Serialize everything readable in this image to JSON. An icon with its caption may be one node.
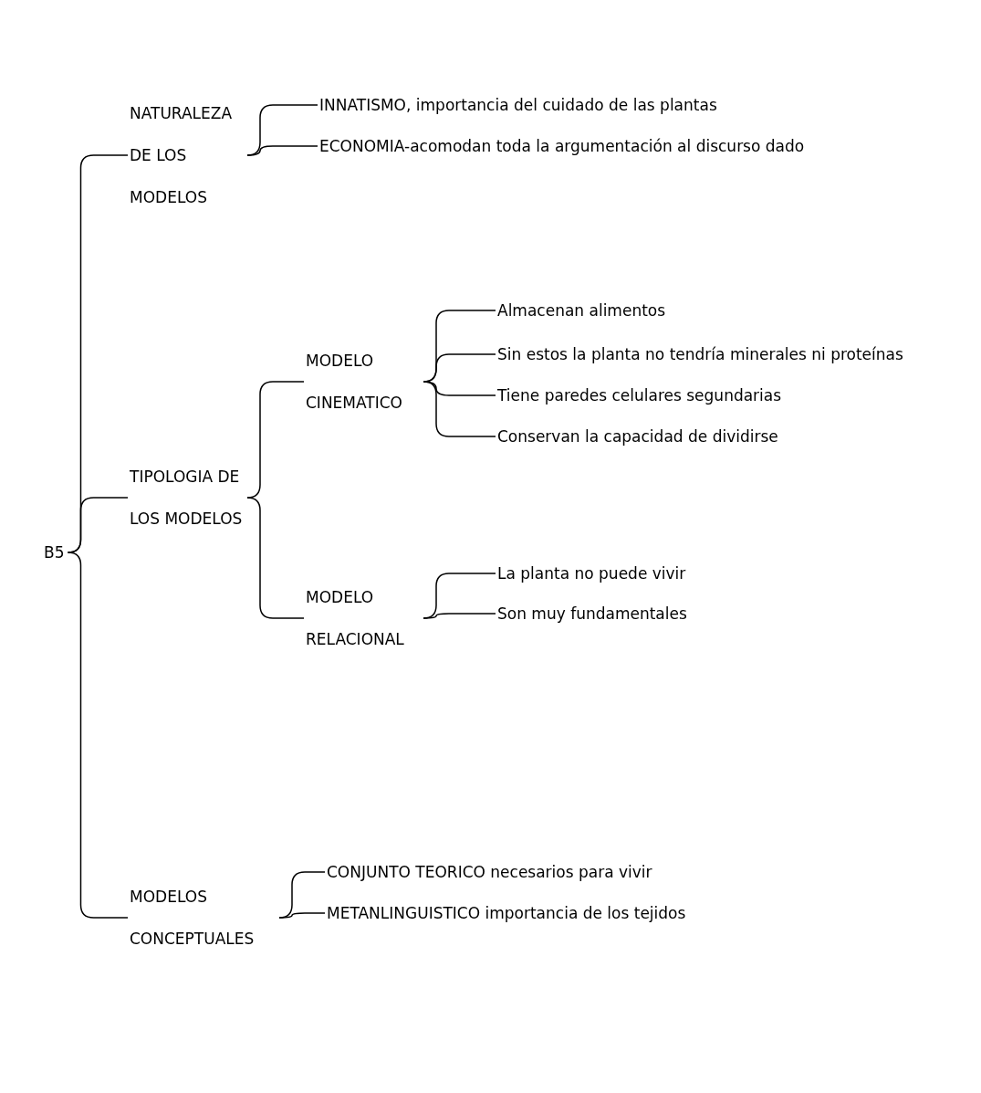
{
  "diagram": {
    "nodes": [
      {
        "text": [
          "B5"
        ]
      },
      {
        "text": [
          "NATURALEZA DE LOS MODELOS"
        ]
      },
      {
        "text": [
          "INNATISMO, importancia del cuidado de las plantas"
        ]
      },
      {
        "text": [
          "ECONOMIA-acomodan toda la argumentación al discurso dado"
        ]
      },
      {
        "text": [
          "TIPOLOGIA DE LOS MODELOS"
        ]
      },
      {
        "text": [
          "MODELO CINEMATICO"
        ]
      },
      {
        "text": [
          "Almacenan alimentos"
        ]
      },
      {
        "text": [
          "Sin estos la planta no tendría minerales ni proteínas"
        ]
      },
      {
        "text": [
          "Tiene paredes celulares segundarias"
        ]
      },
      {
        "text": [
          "Conservan la capacidad de dividirse"
        ]
      },
      {
        "text": [
          "MODELO RELACIONAL"
        ]
      },
      {
        "text": [
          "La planta no puede vivir"
        ]
      },
      {
        "text": [
          "Son muy fundamentales"
        ]
      },
      {
        "text": [
          "MODELOS CONCEPTUALES"
        ]
      },
      {
        "text": [
          "CONJUNTO TEORICO necesarios para vivir"
        ]
      },
      {
        "text": [
          "METANLINGUISTICO importancia de los tejidos"
        ]
      }
    ],
    "edges": [
      {
        "from": 0,
        "to": 1,
        "arrow": "none"
      },
      {
        "from": 0,
        "to": 4,
        "arrow": "none"
      },
      {
        "from": 0,
        "to": 13,
        "arrow": "none"
      },
      {
        "from": 1,
        "to": 2,
        "arrow": "none"
      },
      {
        "from": 1,
        "to": 3,
        "arrow": "none"
      },
      {
        "from": 4,
        "to": 5,
        "arrow": "none"
      },
      {
        "from": 4,
        "to": 10,
        "arrow": "none"
      },
      {
        "from": 5,
        "to": 6,
        "arrow": "none"
      },
      {
        "from": 5,
        "to": 7,
        "arrow": "none"
      },
      {
        "from": 5,
        "to": 8,
        "arrow": "none"
      },
      {
        "from": 5,
        "to": 9,
        "arrow": "none"
      },
      {
        "from": 10,
        "to": 11,
        "arrow": "none"
      },
      {
        "from": 10,
        "to": 12,
        "arrow": "none"
      },
      {
        "from": 13,
        "to": 14,
        "arrow": "none"
      },
      {
        "from": 13,
        "to": 15,
        "arrow": "none"
      }
    ]
  }
}
